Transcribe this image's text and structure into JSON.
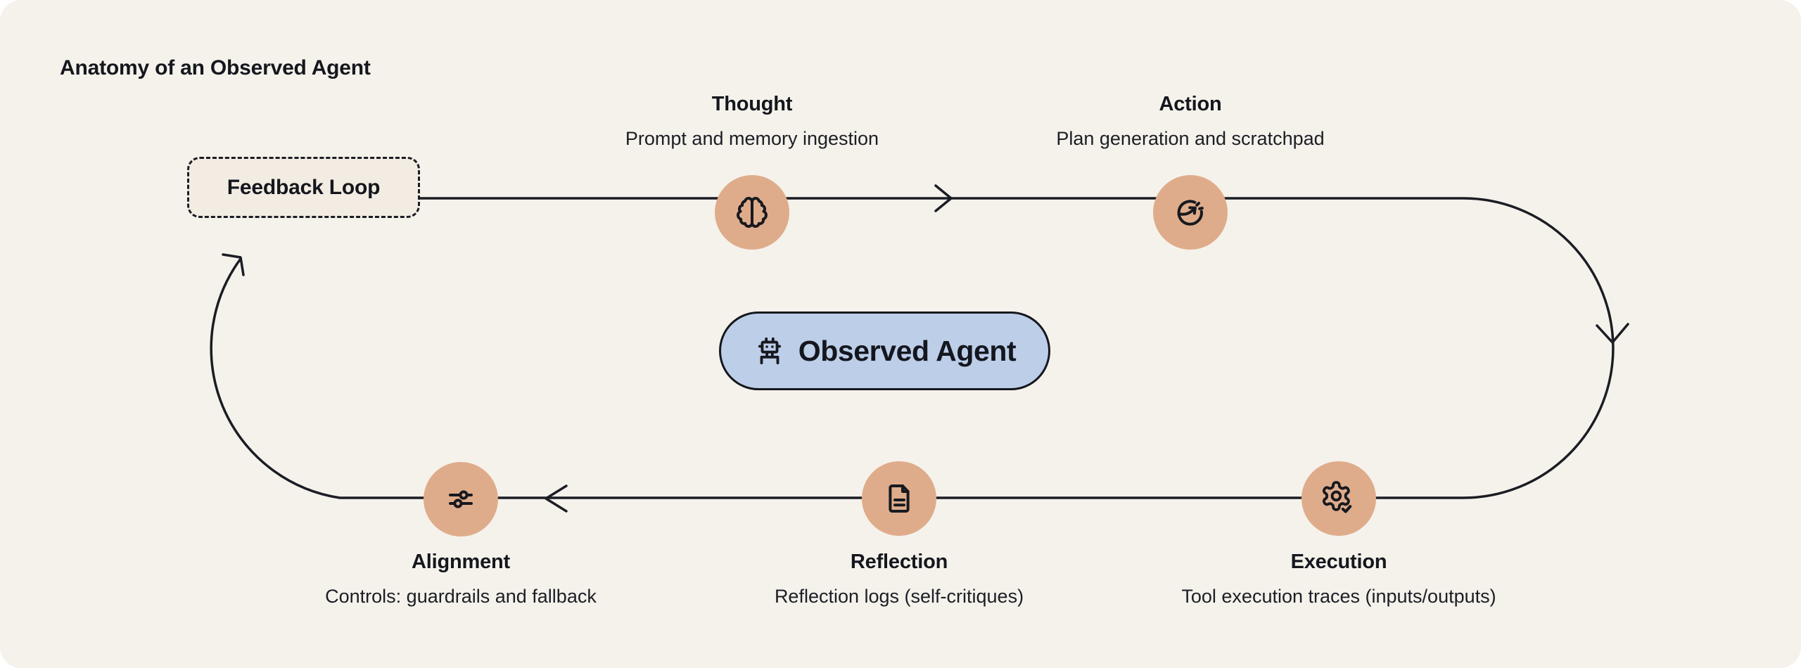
{
  "page": {
    "title": "Anatomy of an Observed Agent"
  },
  "feedback_loop": {
    "label": "Feedback Loop"
  },
  "agent": {
    "label": "Observed Agent",
    "icon": "robot-icon"
  },
  "nodes": [
    {
      "id": "thought",
      "title": "Thought",
      "subtitle": "Prompt and memory ingestion",
      "icon": "brain-icon"
    },
    {
      "id": "action",
      "title": "Action",
      "subtitle": "Plan generation and scratchpad",
      "icon": "gauge-arrow-icon"
    },
    {
      "id": "execution",
      "title": "Execution",
      "subtitle": "Tool execution traces (inputs/outputs)",
      "icon": "gear-check-icon"
    },
    {
      "id": "reflection",
      "title": "Reflection",
      "subtitle": "Reflection logs (self-critiques)",
      "icon": "document-icon"
    },
    {
      "id": "alignment",
      "title": "Alignment",
      "subtitle": "Controls: guardrails and fallback",
      "icon": "sliders-icon"
    }
  ],
  "colors": {
    "canvas_background": "#f5f2eb",
    "node_fill": "#dfac8b",
    "pill_fill": "#bdcee9",
    "line": "#1b1d24",
    "text": "#15171e",
    "feedback_box_fill": "#f2ece2"
  }
}
